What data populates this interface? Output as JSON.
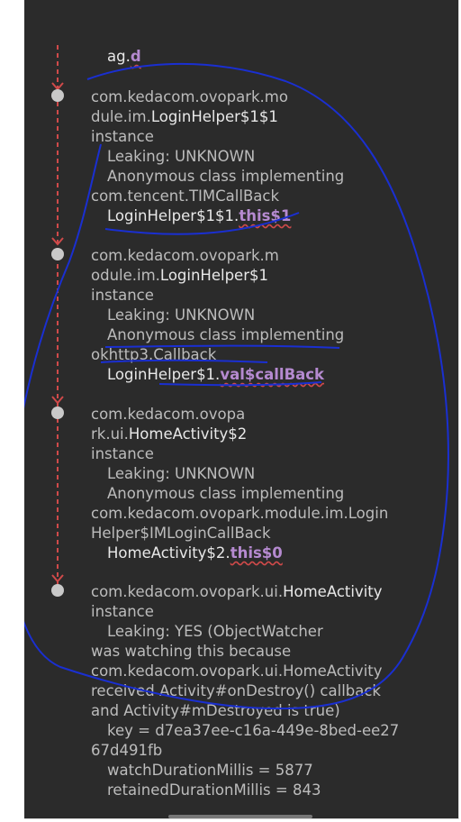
{
  "top_text": "",
  "leak_trace": {
    "first_ref": {
      "prefix": "ag.",
      "field": "d"
    },
    "nodes": [
      {
        "class_lines": [
          "com.kedacom.ovopark.mo",
          "dule.im.",
          "LoginHelper$1$1"
        ],
        "kind": "instance",
        "leaking": "Leaking: UNKNOWN",
        "desc": [
          "Anonymous class implementing",
          "com.tencent.TIMCallBack"
        ],
        "ref_prefix": "LoginHelper$1$1.",
        "ref_field": "this$1"
      },
      {
        "class_lines": [
          "com.kedacom.ovopark.m",
          "odule.im.",
          "LoginHelper$1"
        ],
        "kind": "instance",
        "leaking": "Leaking: UNKNOWN",
        "desc": [
          "Anonymous class implementing",
          "okhttp3.Callback"
        ],
        "ref_prefix": "LoginHelper$1.",
        "ref_field": "val$callBack"
      },
      {
        "class_lines": [
          "com.kedacom.ovopa",
          "rk.ui.",
          "HomeActivity$2"
        ],
        "kind": "instance",
        "leaking": "Leaking: UNKNOWN",
        "desc": [
          "Anonymous class implementing",
          "com.kedacom.ovopark.module.im.Login",
          "Helper$IMLoginCallBack"
        ],
        "ref_prefix": "HomeActivity$2.",
        "ref_field": "this$0"
      },
      {
        "class_lines": [
          "com.kedacom.ovopark.ui.",
          "HomeActivity"
        ],
        "kind": "instance",
        "leaking": "Leaking: YES (ObjectWatcher",
        "desc": [
          "was watching this because",
          "com.kedacom.ovopark.ui.HomeActivity",
          "received Activity#onDestroy() callback",
          "and Activity#mDestroyed is true)",
          "key = d7ea37ee-c16a-449e-8bed-ee27",
          "67d491fb",
          "watchDurationMillis = 5877",
          "retainedDurationMillis = 843"
        ]
      }
    ]
  },
  "colors": {
    "panel": "#2b2b2b",
    "text": "#bcbcbc",
    "highlight": "#b58ad0",
    "chain": "#d04a4a",
    "annotation": "#1a2fd1"
  }
}
